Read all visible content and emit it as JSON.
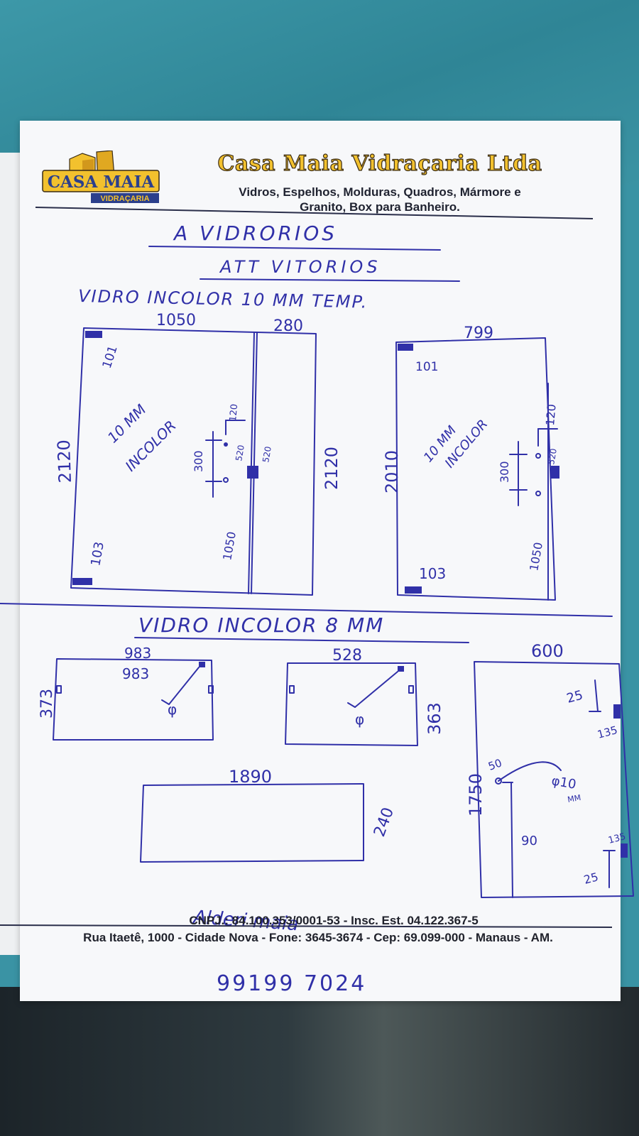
{
  "header": {
    "logo_text": "CASA MAIA",
    "logo_subtext": "VIDRAÇARIA",
    "company_name": "Casa Maia Vidraçaria Ltda",
    "subtitle_line1": "Vidros, Espelhos, Molduras, Quadros, Mármore e",
    "subtitle_line2": "Granito, Box para Banheiro."
  },
  "order": {
    "to": "A VIDRORIOS",
    "attention": "ATT VITORIOS",
    "section1_title": "VIDRO INCOLOR 10 MM TEMP.",
    "section2_title": "VIDRO INCOLOR 8 MM"
  },
  "panels_10mm": [
    {
      "width": "1050",
      "extra_width": "280",
      "height_left": "2120",
      "height_right": "2120",
      "corner_top": "101",
      "corner_bottom": "103",
      "material_line1": "10 MM",
      "material_line2": "INCOLOR",
      "hole_offset": "120",
      "hole_spacing": "300",
      "hole_gap": "520",
      "hinge": "520",
      "bottom_offset": "1050"
    },
    {
      "width": "799",
      "height": "2010",
      "corner_top": "101",
      "corner_bottom": "103",
      "material_line1": "10 MM",
      "material_line2": "INCOLOR",
      "hole_offset": "120",
      "hole_spacing": "300",
      "hole_gap": "520",
      "bottom_offset": "1050"
    }
  ],
  "panels_8mm": [
    {
      "width_top": "983",
      "width_inner": "983",
      "height": "373",
      "hole_label": "φ"
    },
    {
      "width": "528",
      "height": "363",
      "hole_label": "φ"
    },
    {
      "width": "1890",
      "height": "240"
    },
    {
      "width": "600",
      "height": "1750",
      "top_offset": "25",
      "top_hinge": "135",
      "hole_offset": "50",
      "hole_label_1": "φ10",
      "hole_label_2": "MM",
      "handle": "90",
      "bottom_hinge": "135",
      "bottom_offset": "25"
    }
  ],
  "signature": "Alderi maia",
  "footer": {
    "cnpj_line": "CNPJ.: 84.100.353/0001-53  -  Insc. Est. 04.122.367-5",
    "address_line": "Rua Itaetê, 1000 - Cidade Nova - Fone: 3645-3674 - Cep: 69.099-000 - Manaus - AM.",
    "phone_handwritten": "99199 7024"
  },
  "colors": {
    "ink": "#3030a8",
    "paper": "#f7f8fa",
    "brand_yellow": "#f2c12e",
    "background": "#3a93a4"
  }
}
